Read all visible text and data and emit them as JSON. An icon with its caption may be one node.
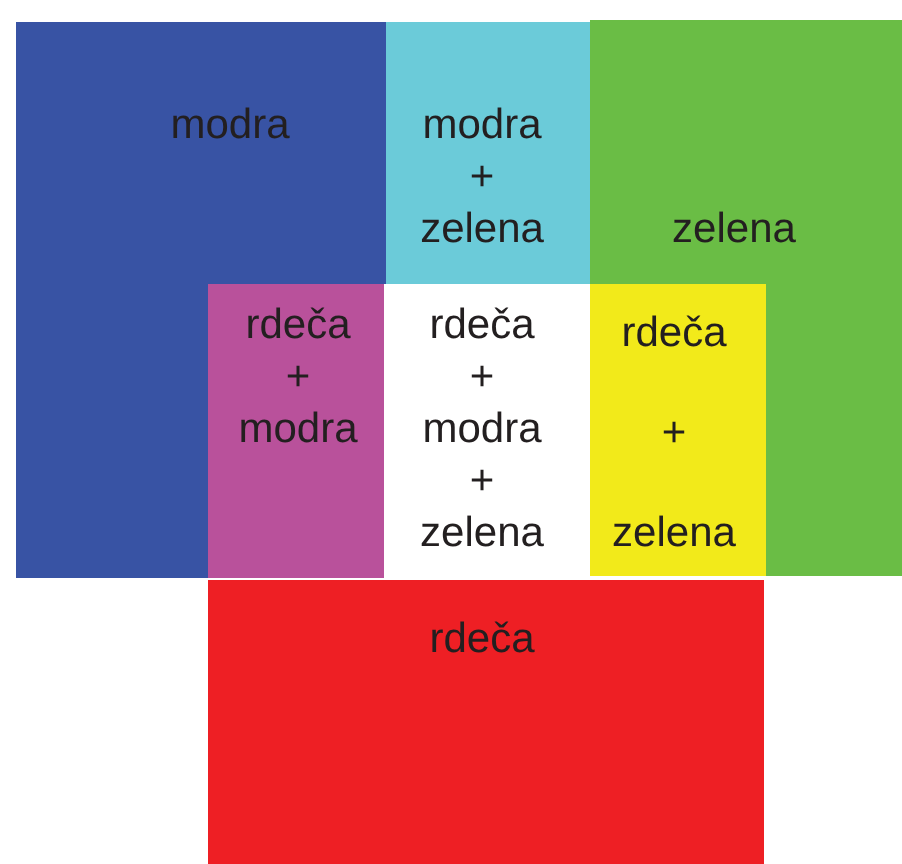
{
  "diagram": {
    "nodes": [
      {
        "text": [
          "modra"
        ]
      },
      {
        "text": [
          "modra + zelena"
        ]
      },
      {
        "text": [
          "zelena"
        ]
      },
      {
        "text": [
          "rdeča + modra"
        ],
        "in": 0
      },
      {
        "text": [
          "rdeča + modra + zelena"
        ]
      },
      {
        "text": [
          "rdeča + zelena"
        ],
        "in": 2
      },
      {
        "text": [
          "rdeča"
        ]
      }
    ]
  }
}
